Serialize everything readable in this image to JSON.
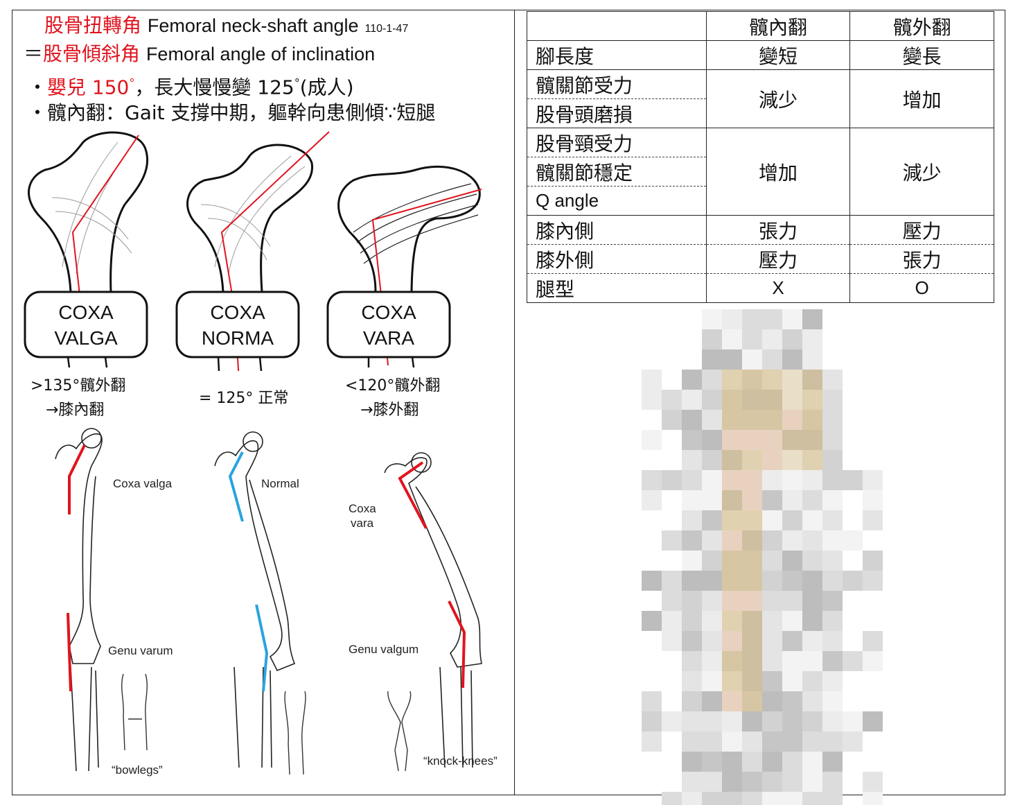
{
  "header": {
    "line1_red": "股骨扭轉角",
    "line1_en": "Femoral neck-shaft angle",
    "line1_code": "110-1-47",
    "line2_prefix": "＝",
    "line2_red": "股骨傾斜角",
    "line2_en": "Femoral angle of inclination",
    "line3_bullet": "・",
    "line3_red": "嬰兒 150",
    "line3_deg": "°",
    "line3_rest": "，長大慢慢變 125",
    "line3_deg2": "°",
    "line3_end": "(成人)",
    "line4_bullet": "・",
    "line4_text": "髖內翻：Gait 支撐中期，軀幹向患側傾∵短腿"
  },
  "coxa": {
    "valga_line1": "COXA",
    "valga_line2": "VALGA",
    "norma_line1": "COXA",
    "norma_line2": "NORMA",
    "vara_line1": "COXA",
    "vara_line2": "VARA",
    "valga_caption1": ">135°髖外翻",
    "valga_caption2": "→膝內翻",
    "norma_caption": "= 125° 正常",
    "vara_caption1": "<120°髖外翻",
    "vara_caption2": "→膝外翻"
  },
  "figure": {
    "coxa_valga": "Coxa valga",
    "normal": "Normal",
    "coxa_vara_1": "Coxa",
    "coxa_vara_2": "vara",
    "genu_varum": "Genu varum",
    "genu_valgum": "Genu valgum",
    "bowlegs": "“bowlegs”",
    "knock_knees": "“knock-knees”"
  },
  "table": {
    "headers": [
      "",
      "髖內翻",
      "髖外翻"
    ],
    "rows": [
      {
        "label": "腳長度",
        "inner": "變短",
        "outer": "變長"
      },
      {
        "label": "髖關節受力",
        "inner": "減少",
        "outer": "增加"
      },
      {
        "label": "股骨頭磨損"
      },
      {
        "label": "股骨頸受力",
        "inner": "增加",
        "outer": "減少"
      },
      {
        "label": "髖關節穩定"
      },
      {
        "label": "Q angle"
      },
      {
        "label": "膝內側",
        "inner": "張力",
        "outer": "壓力"
      },
      {
        "label": "膝外側",
        "inner": "壓力",
        "outer": "張力"
      },
      {
        "label": "腿型",
        "inner": "X",
        "outer": "O"
      }
    ]
  },
  "colors": {
    "accent_red": "#e0141e",
    "axis_blue": "#29a3e0"
  }
}
